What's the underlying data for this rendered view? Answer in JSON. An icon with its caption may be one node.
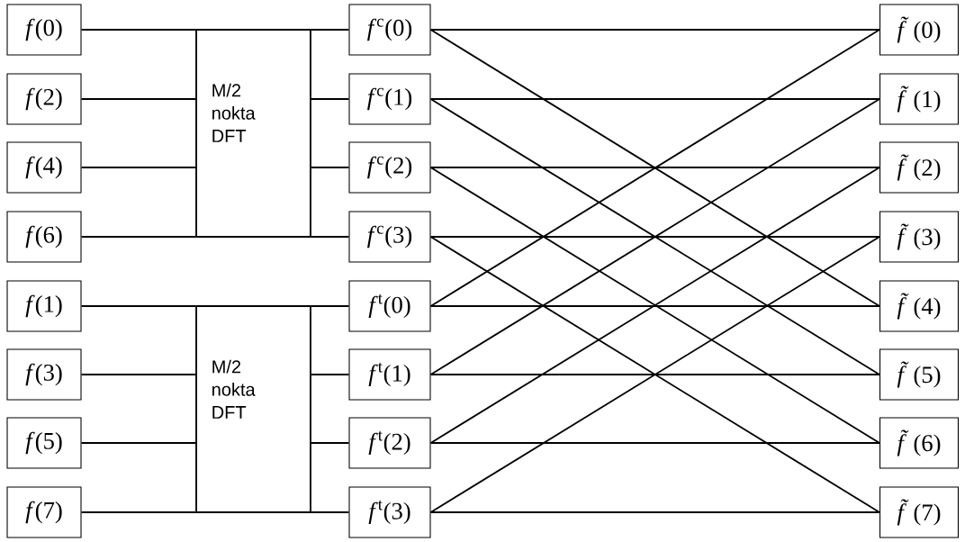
{
  "diagram": {
    "nodes": [
      {
        "text": [
          "*f*(0)"
        ]
      },
      {
        "text": [
          "*f*(2)"
        ]
      },
      {
        "text": [
          "*f*(4)"
        ]
      },
      {
        "text": [
          "*f*(6)"
        ]
      },
      {
        "text": [
          "*f*(1)"
        ]
      },
      {
        "text": [
          "*f*(3)"
        ]
      },
      {
        "text": [
          "*f*(5)"
        ]
      },
      {
        "text": [
          "*f*(7)"
        ]
      },
      {
        "text": [
          "M/2 nokta DFT"
        ]
      },
      {
        "text": [
          "M/2 nokta DFT"
        ]
      },
      {
        "text": [
          "*f*$^{c}$(0)"
        ]
      },
      {
        "text": [
          "*f*$^{c}$(1)"
        ]
      },
      {
        "text": [
          "*f*$^{c}$(2)"
        ]
      },
      {
        "text": [
          "*f*$^{c}$(3)"
        ]
      },
      {
        "text": [
          "*f*$^{t}$(0)"
        ]
      },
      {
        "text": [
          "*f*$^{t}$(1)"
        ]
      },
      {
        "text": [
          "*f*$^{t}$(2)"
        ]
      },
      {
        "text": [
          "*f*$^{t}$(3)"
        ]
      },
      {
        "text": [
          "*f̃*(0)"
        ]
      },
      {
        "text": [
          "*f̃*(1)"
        ]
      },
      {
        "text": [
          "*f̃*(2)"
        ]
      },
      {
        "text": [
          "*f̃*(3)"
        ]
      },
      {
        "text": [
          "*f̃*(4)"
        ]
      },
      {
        "text": [
          "*f̃*(5)"
        ]
      },
      {
        "text": [
          "*f̃*(6)"
        ]
      },
      {
        "text": [
          "*f̃*(7)"
        ]
      }
    ],
    "edges": [
      {
        "from": 0,
        "to": 8,
        "arrow": "none"
      },
      {
        "from": 1,
        "to": 8,
        "arrow": "none"
      },
      {
        "from": 2,
        "to": 8,
        "arrow": "none"
      },
      {
        "from": 3,
        "to": 8,
        "arrow": "none"
      },
      {
        "from": 4,
        "to": 9,
        "arrow": "none"
      },
      {
        "from": 5,
        "to": 9,
        "arrow": "none"
      },
      {
        "from": 6,
        "to": 9,
        "arrow": "none"
      },
      {
        "from": 7,
        "to": 9,
        "arrow": "none"
      },
      {
        "from": 8,
        "to": 10,
        "arrow": "none"
      },
      {
        "from": 8,
        "to": 11,
        "arrow": "none"
      },
      {
        "from": 8,
        "to": 12,
        "arrow": "none"
      },
      {
        "from": 8,
        "to": 13,
        "arrow": "none"
      },
      {
        "from": 9,
        "to": 14,
        "arrow": "none"
      },
      {
        "from": 9,
        "to": 15,
        "arrow": "none"
      },
      {
        "from": 9,
        "to": 16,
        "arrow": "none"
      },
      {
        "from": 9,
        "to": 17,
        "arrow": "none"
      },
      {
        "from": 10,
        "to": 18,
        "arrow": "none"
      },
      {
        "from": 10,
        "to": 22,
        "arrow": "none"
      },
      {
        "from": 11,
        "to": 19,
        "arrow": "none"
      },
      {
        "from": 11,
        "to": 23,
        "arrow": "none"
      },
      {
        "from": 12,
        "to": 20,
        "arrow": "none"
      },
      {
        "from": 12,
        "to": 24,
        "arrow": "none"
      },
      {
        "from": 13,
        "to": 21,
        "arrow": "none"
      },
      {
        "from": 13,
        "to": 25,
        "arrow": "none"
      },
      {
        "from": 14,
        "to": 18,
        "arrow": "none"
      },
      {
        "from": 14,
        "to": 22,
        "arrow": "none"
      },
      {
        "from": 15,
        "to": 19,
        "arrow": "none"
      },
      {
        "from": 15,
        "to": 23,
        "arrow": "none"
      },
      {
        "from": 16,
        "to": 20,
        "arrow": "none"
      },
      {
        "from": 16,
        "to": 24,
        "arrow": "none"
      },
      {
        "from": 17,
        "to": 21,
        "arrow": "none"
      },
      {
        "from": 17,
        "to": 25,
        "arrow": "none"
      }
    ]
  }
}
